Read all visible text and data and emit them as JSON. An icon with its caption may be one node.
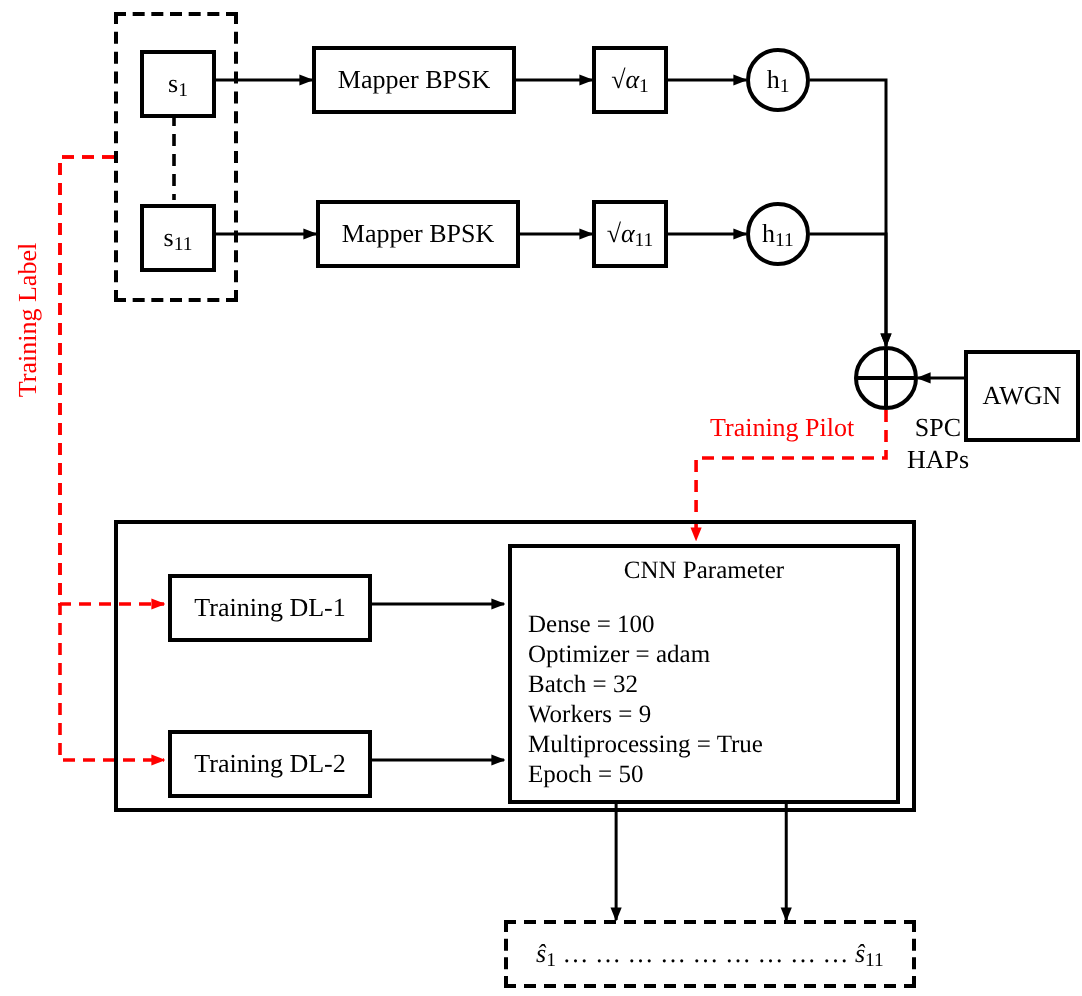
{
  "diagram": {
    "nodes": [
      {
        "text": [],
        "shape": "box"
      },
      {
        "text": [
          "s$_{1}$"
        ],
        "in": 0
      },
      {
        "text": [
          "s$_{11}$"
        ],
        "in": 0
      },
      {
        "text": [
          "Mapper BPSK"
        ]
      },
      {
        "text": [
          "√*α*$_{1}$"
        ]
      },
      {
        "text": [
          "h$_{1}$"
        ]
      },
      {
        "text": [
          "Mapper BPSK"
        ]
      },
      {
        "text": [
          "√*α*$_{11}$"
        ]
      },
      {
        "text": [
          "h$_{11}$"
        ]
      },
      {
        "text": [],
        "shape": "circle",
        "beside": [
          "SPC HAPs"
        ]
      },
      {
        "text": [
          "AWGN"
        ]
      },
      {
        "text": [],
        "shape": "box"
      },
      {
        "text": [
          "Training DL-1"
        ],
        "in": 11
      },
      {
        "text": [
          "Training DL-2"
        ],
        "in": 11
      },
      {
        "text": [
          "CNN Parameter",
          "Dense = 100",
          "Optimizer = adam",
          "Batch = 32",
          "Workers = 9",
          "Multiprocessing = True",
          "Epoch = 50"
        ],
        "in": 11
      },
      {
        "text": [
          "*ŝ*$_{1}$ … … … … … … … … … *ŝ*$_{11}$"
        ]
      }
    ],
    "edges": [
      {
        "from": 1,
        "to": 3,
        "arrow": "to"
      },
      {
        "from": 3,
        "to": 4,
        "arrow": "to"
      },
      {
        "from": 4,
        "to": 5,
        "arrow": "to"
      },
      {
        "from": 2,
        "to": 6,
        "arrow": "to"
      },
      {
        "from": 6,
        "to": 7,
        "arrow": "to"
      },
      {
        "from": 7,
        "to": 8,
        "arrow": "to"
      },
      {
        "from": 5,
        "to": 9,
        "arrow": "to"
      },
      {
        "from": 8,
        "to": 9,
        "arrow": "to"
      },
      {
        "from": 10,
        "to": 9,
        "arrow": "to"
      },
      {
        "from": 9,
        "to": 14,
        "arrow": "to",
        "label": "Training Pilot",
        "style": "dashed",
        "color": "#ff0000"
      },
      {
        "from": 0,
        "to": 12,
        "arrow": "to",
        "label": "Training Label",
        "style": "dashed",
        "color": "#ff0000"
      },
      {
        "from": 0,
        "to": 13,
        "arrow": "to",
        "style": "dashed",
        "color": "#ff0000"
      },
      {
        "from": 12,
        "to": 14,
        "arrow": "to"
      },
      {
        "from": 13,
        "to": 14,
        "arrow": "to"
      },
      {
        "from": 14,
        "to": 15,
        "arrow": "to"
      },
      {
        "from": 14,
        "to": 15,
        "arrow": "to"
      },
      {
        "from": 1,
        "to": 2,
        "arrow": "none",
        "style": "dashed"
      }
    ]
  }
}
